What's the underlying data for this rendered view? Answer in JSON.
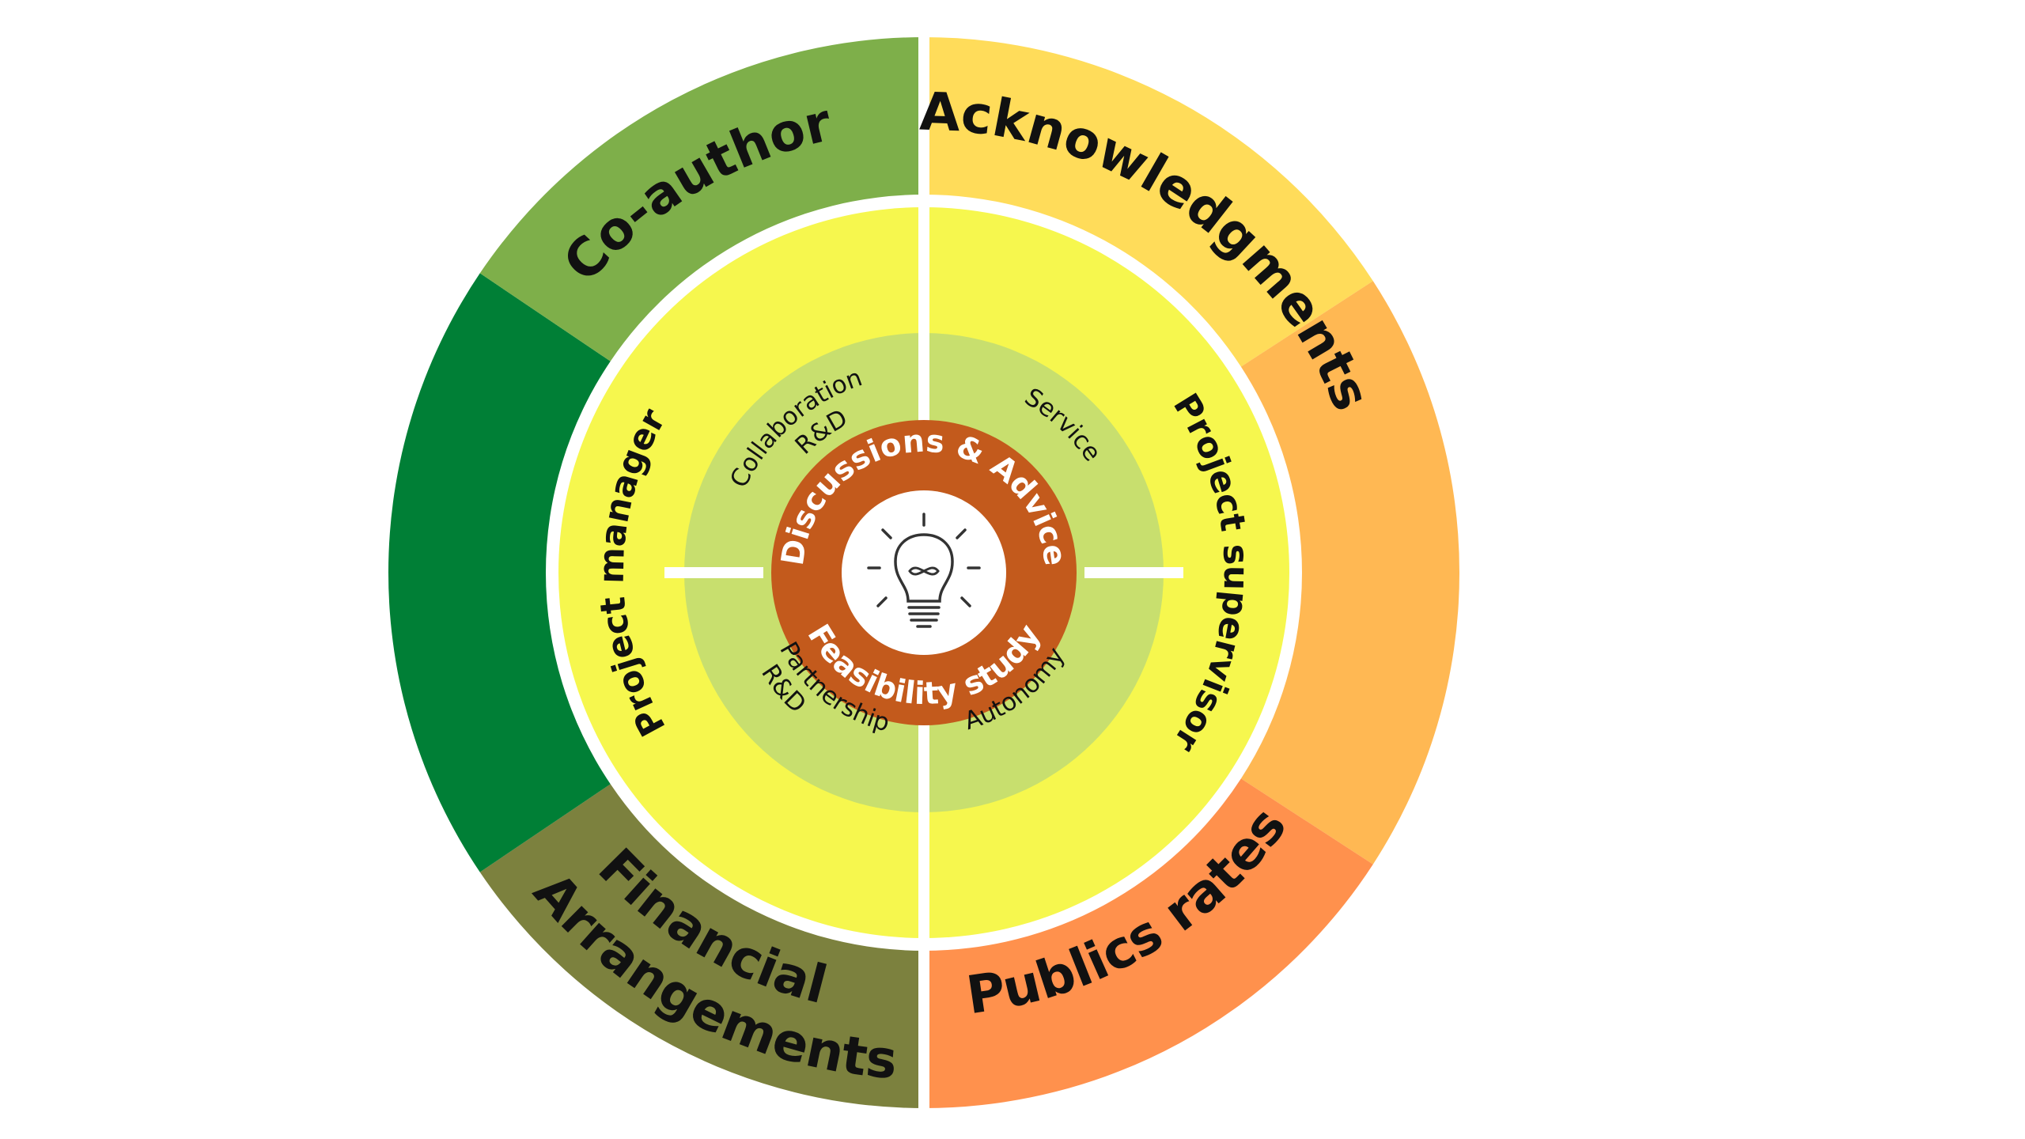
{
  "outer_ring": [
    {
      "id": "acknowledgments",
      "label": "Acknowledgments",
      "color": "#FFDC5A"
    },
    {
      "id": "unlabeled-orange",
      "label": "",
      "color": "#FFB853"
    },
    {
      "id": "publics-rates",
      "label": "Publics rates",
      "color": "#FF914D"
    },
    {
      "id": "financial-arrangements",
      "label_lines": [
        "Financial",
        "Arrangements"
      ],
      "color": "#7C813E"
    },
    {
      "id": "unlabeled-green",
      "label": "",
      "color": "#007F36"
    },
    {
      "id": "co-author",
      "label": "Co-author",
      "color": "#7EAF4A"
    }
  ],
  "middle_ring": {
    "color": "#F6F74E",
    "left_label": "Project manager",
    "right_label": "Project supervisor"
  },
  "inner_ring": {
    "color": "#C8DF6E",
    "quadrants": {
      "top_left": [
        "Collaboration",
        "R&D"
      ],
      "top_right": [
        "Service"
      ],
      "bottom_left": [
        "Partnership",
        "R&D"
      ],
      "bottom_right": [
        "Autonomy"
      ]
    }
  },
  "core": {
    "color": "#C35A1C",
    "top_label": "Discussions & Advice",
    "bottom_label": "Feasibility study",
    "icon": "lightbulb-dna-icon"
  }
}
